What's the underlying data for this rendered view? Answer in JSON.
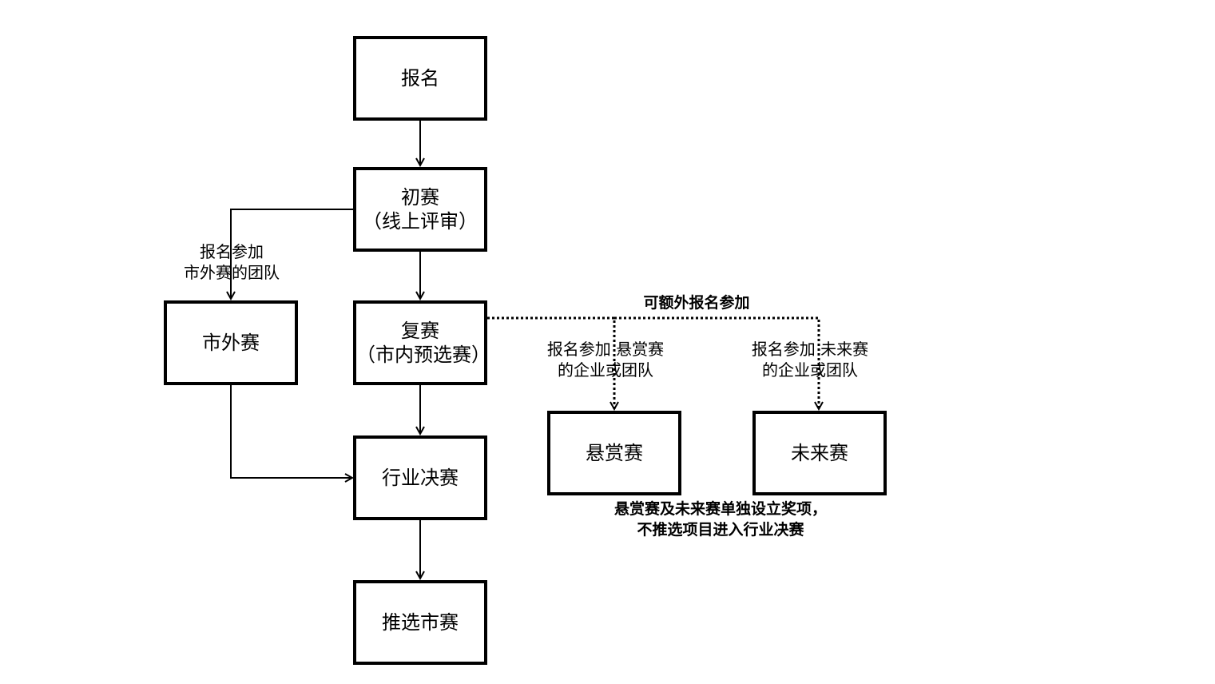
{
  "boxes": {
    "register": "报名",
    "preliminary_line1": "初赛",
    "preliminary_line2": "（线上评审）",
    "outside": "市外赛",
    "semifinal_line1": "复赛",
    "semifinal_line2": "（市内预选赛）",
    "industry_final": "行业决赛",
    "recommend": "推选市赛",
    "bounty": "悬赏赛",
    "future": "未来赛"
  },
  "labels": {
    "outside_line1": "报名参加",
    "outside_line2": "市外赛的团队",
    "extra": "可额外报名参加",
    "bounty_line1": "报名参加 悬赏赛",
    "bounty_line2": "的企业或团队",
    "future_line1": "报名参加 未来赛",
    "future_line2": "的企业或团队",
    "note_line1": "悬赏赛及未来赛单独设立奖项，",
    "note_line2": "不推选项目进入行业决赛"
  }
}
